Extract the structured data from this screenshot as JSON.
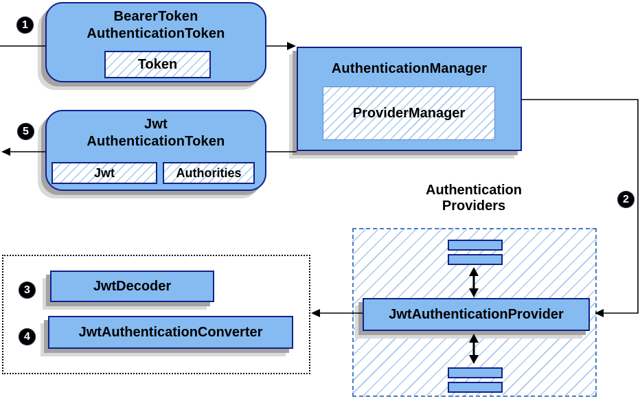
{
  "colors": {
    "node_fill": "#85BBF0",
    "node_border": "#12208A",
    "hatch_line": "#A5C8F0",
    "inner_chip_border": "#6188D2",
    "dash_border": "#4A7CC0",
    "dotted_border": "#000000",
    "shadow_dark": "#A3A3A3",
    "shadow_light": "#D9D9D9",
    "connector": "#000000",
    "badge_bg": "#000000",
    "badge_text": "#FFFFFF",
    "text": "#000000"
  },
  "nodes": {
    "bearer_token": {
      "line1": "BearerToken",
      "line2": "AuthenticationToken",
      "chip": "Token"
    },
    "authentication_manager": {
      "title": "AuthenticationManager",
      "chip": "ProviderManager"
    },
    "jwt_authentication_token": {
      "line1": "Jwt",
      "line2": "AuthenticationToken",
      "chip_jwt": "Jwt",
      "chip_authorities": "Authorities"
    },
    "jwt_authentication_provider": {
      "title": "JwtAuthenticationProvider"
    },
    "jwt_decoder": {
      "title": "JwtDecoder"
    },
    "jwt_authentication_converter": {
      "title": "JwtAuthenticationConverter"
    }
  },
  "groups": {
    "authentication_providers": {
      "label_line1": "Authentication",
      "label_line2": "Providers"
    }
  },
  "steps": [
    "1",
    "2",
    "3",
    "4",
    "5"
  ]
}
